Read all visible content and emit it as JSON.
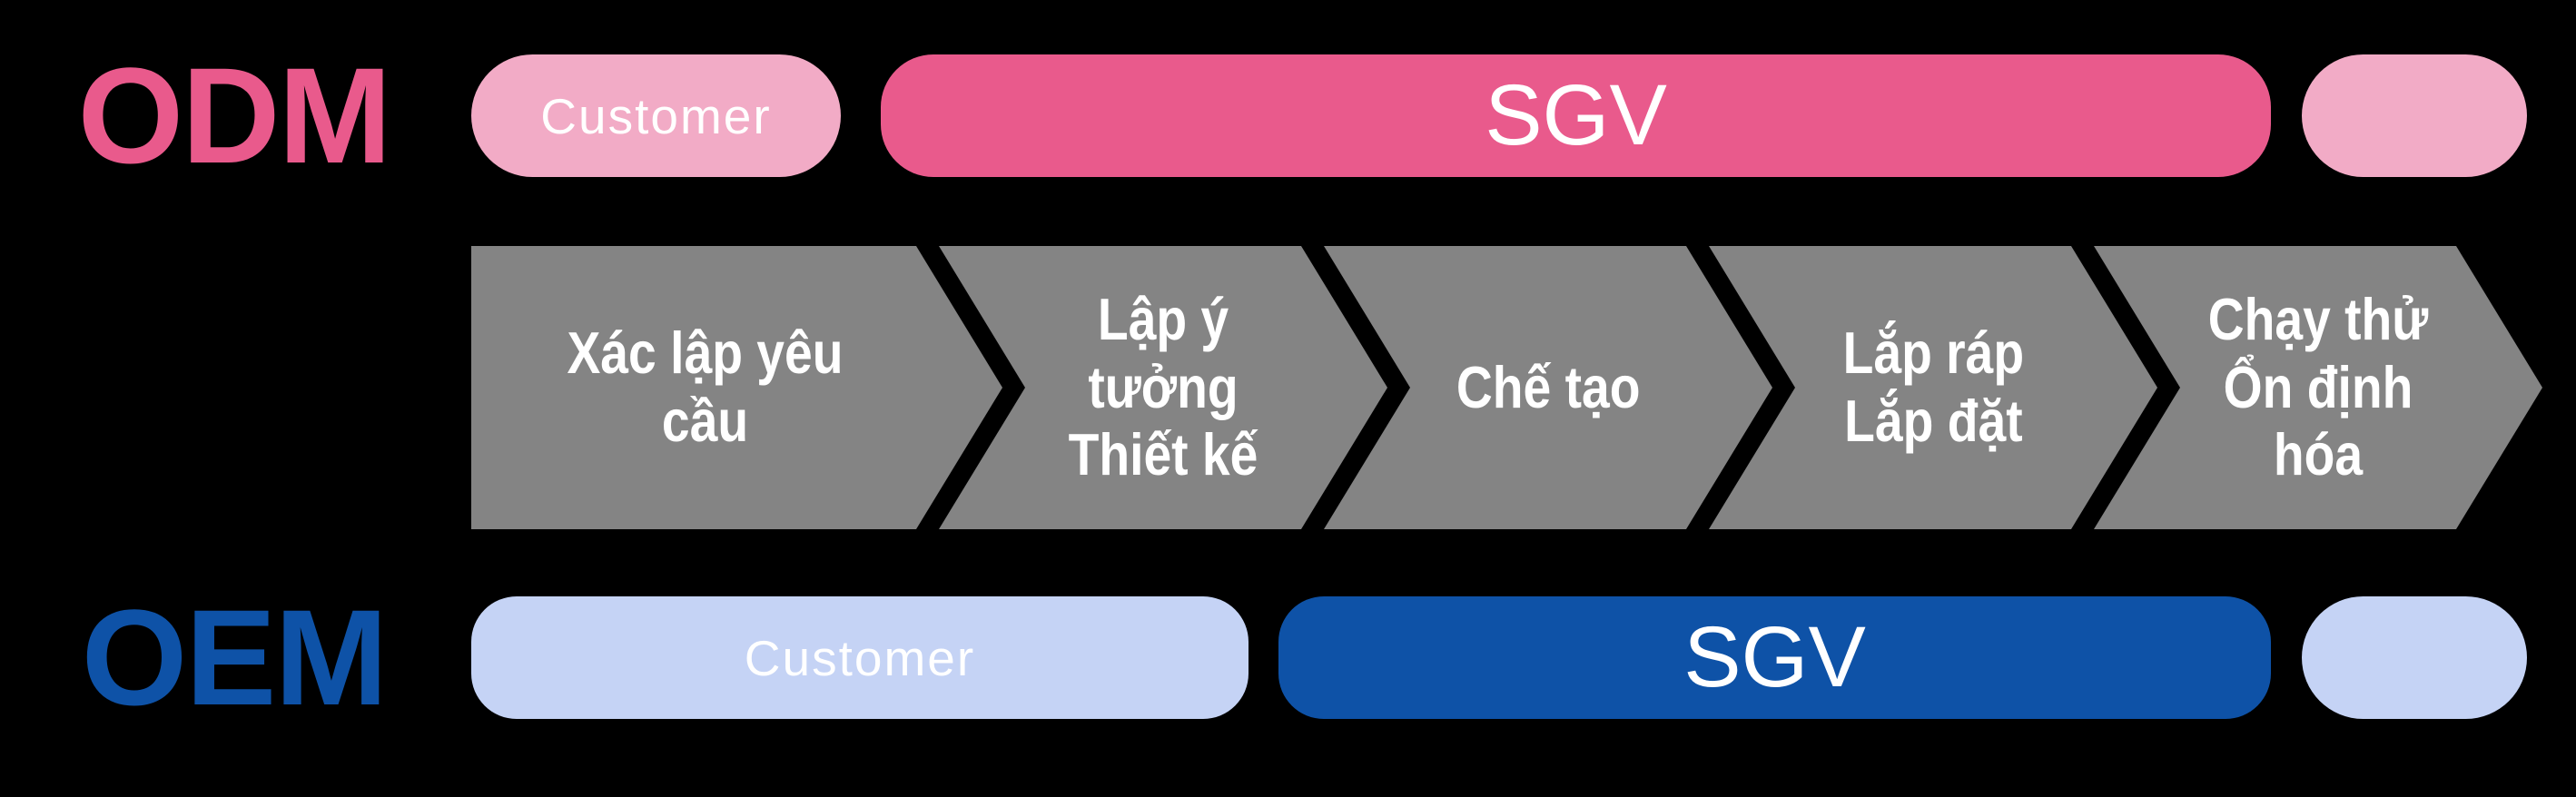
{
  "colors": {
    "background": "#000000",
    "pink": "#E95A8C",
    "pink_light": "#F2ABC6",
    "blue": "#0E52A7",
    "blue_light": "#C5D3F5",
    "gray": "#848484",
    "text": "#FFFFFF"
  },
  "odm": {
    "label": "ODM",
    "customer": "Customer",
    "provider": "SGV"
  },
  "oem": {
    "label": "OEM",
    "customer": "Customer",
    "provider": "SGV"
  },
  "steps": [
    "Xác lập yêu cầu",
    "Lập ý tưởng\nThiết kế",
    "Chế tạo",
    "Lắp ráp\nLắp đặt",
    "Chạy thử\nỔn định hóa"
  ]
}
